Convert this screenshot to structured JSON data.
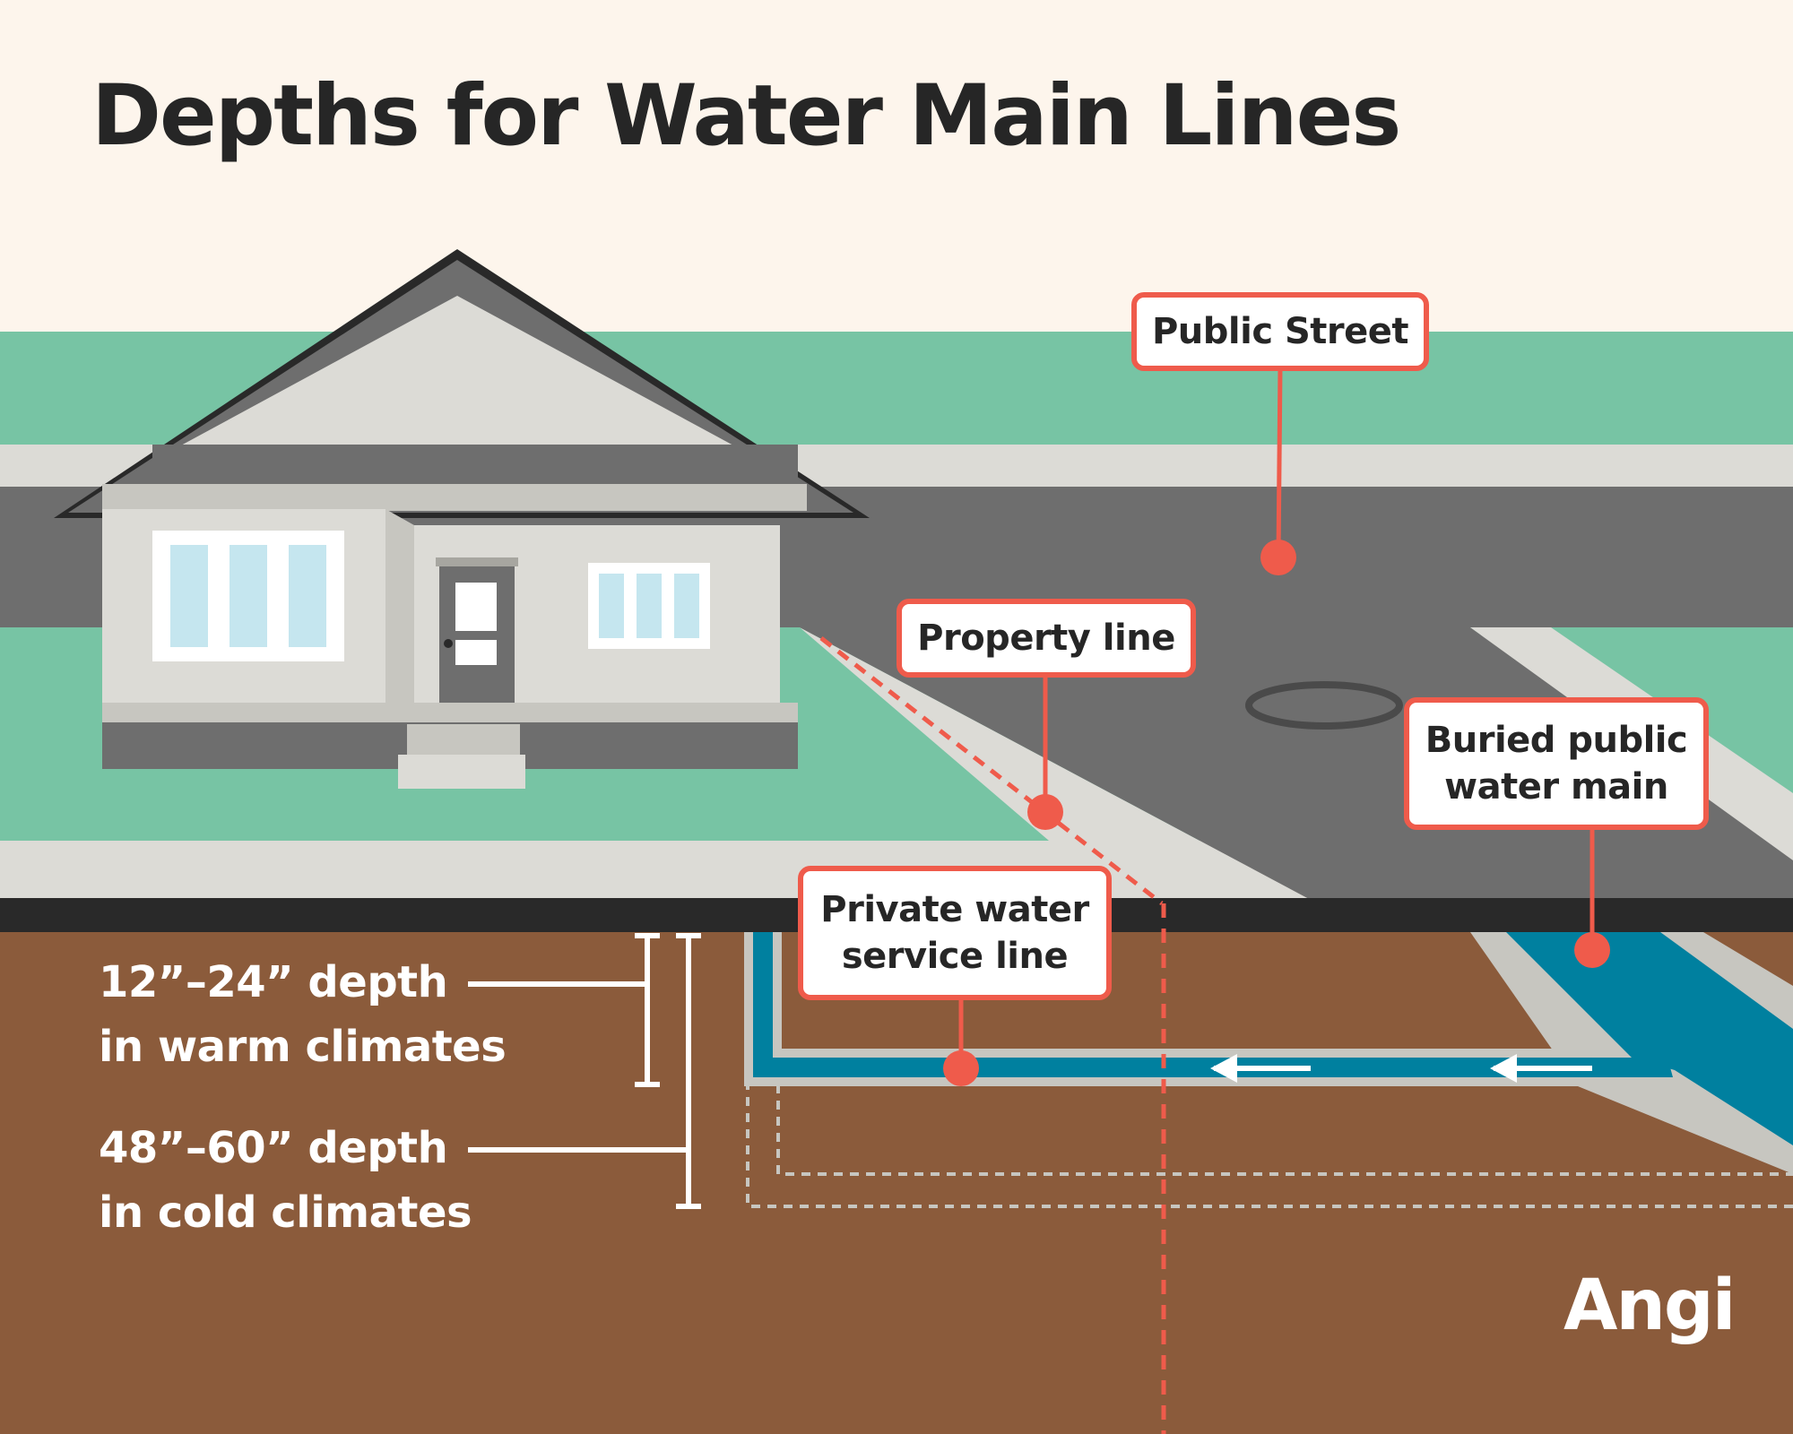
{
  "title": "Depths for Water Main Lines",
  "callouts": {
    "public_street": "Public Street",
    "property_line": "Property line",
    "water_main": "Buried public\nwater main",
    "service_line": "Private water\nservice line"
  },
  "depths": {
    "warm": "12”–24” depth\n in warm climates",
    "cold": "48”–60” depth\nin cold climates"
  },
  "brand": "Angi",
  "colors": {
    "accent": "#ef5b4b",
    "soil": "#8b5b3b",
    "grass": "#77c4a4",
    "pipe": "#00809f"
  }
}
